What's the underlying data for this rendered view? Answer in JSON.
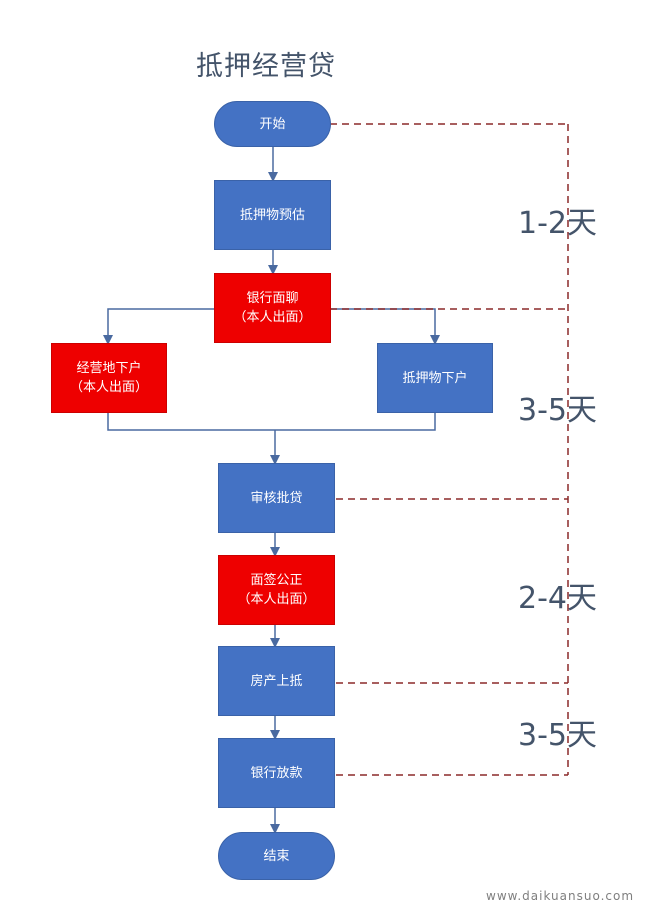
{
  "title": "抵押经营贷",
  "nodes": {
    "start": "开始",
    "appraisal": "抵押物预估",
    "bank_interview_line1": "银行面聊",
    "bank_interview_line2": "（本人出面）",
    "site_visit_line1": "经营地下户",
    "site_visit_line2": "（本人出面）",
    "collateral_visit": "抵押物下户",
    "review": "审核批贷",
    "notary_line1": "面签公正",
    "notary_line2": "（本人出面）",
    "mortgage_registration": "房产上抵",
    "disbursement": "银行放款",
    "end": "结束"
  },
  "durations": {
    "phase1": "1-2天",
    "phase2": "3-5天",
    "phase3": "2-4天",
    "phase4": "3-5天"
  },
  "watermark": "www.daikuansuo.com",
  "colors": {
    "blue": "#4472c4",
    "red": "#ee0000",
    "connector": "#4a6aa0",
    "dashed": "#8b2a2a",
    "text": "#44546a"
  }
}
